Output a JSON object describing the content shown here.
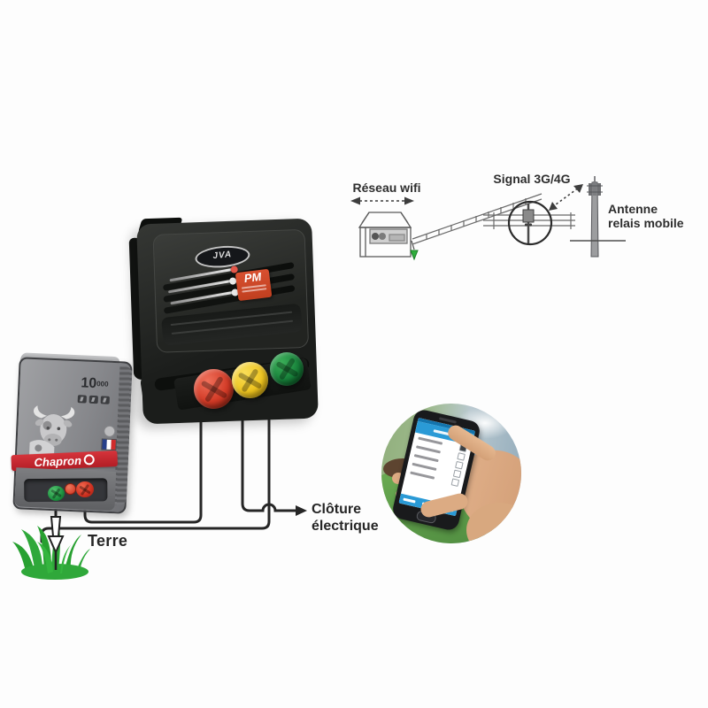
{
  "scene": {
    "background": "#fdfdfd"
  },
  "network_diagram": {
    "wifi_label": "Réseau wifi",
    "signal_label": "Signal 3G/4G",
    "antenna_label_line1": "Antenne",
    "antenna_label_line2": "relais mobile"
  },
  "pm_monitor": {
    "brand": "JVA",
    "sticker_label": "PM"
  },
  "energizer": {
    "brand": "Chapron",
    "power_value": "10",
    "power_suffix": "000"
  },
  "wiring": {
    "ground_label": "Terre",
    "fence_label_line1": "Clôture",
    "fence_label_line2": "électrique"
  },
  "colors": {
    "wire": "#262626",
    "pm_body": "#222421",
    "pm_sticker": "#cf4526",
    "knob_red": "#d43a27",
    "knob_yellow": "#efc722",
    "knob_green": "#1d8c3c",
    "chapron_band": "#c4242b",
    "grass_green": "#2fa83a",
    "phone_header": "#2a9ad6"
  }
}
